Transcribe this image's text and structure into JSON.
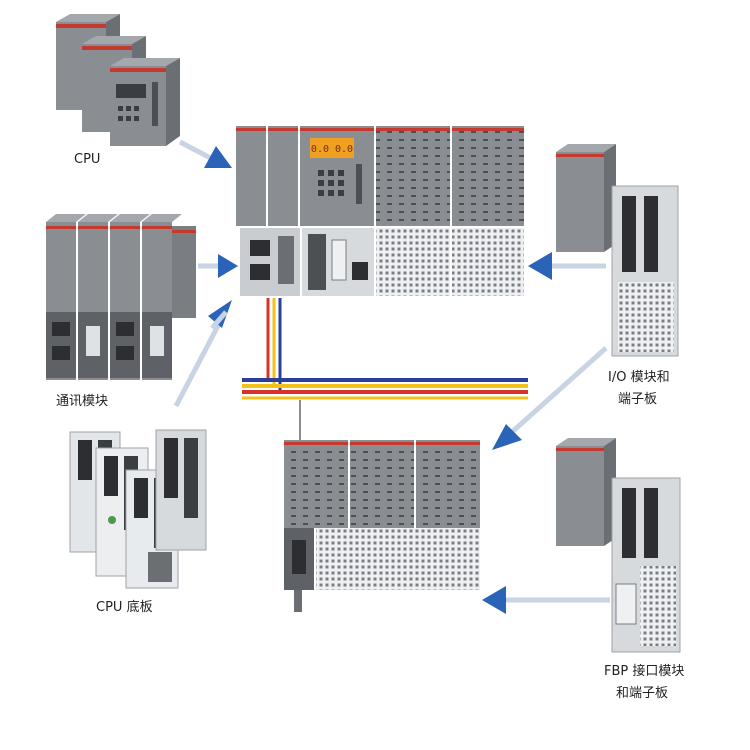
{
  "labels": {
    "cpu": "CPU",
    "comm_module": "通讯模块",
    "cpu_baseplate": "CPU 底板",
    "io_line1": "I/O 模块和",
    "io_line2": "端子板",
    "fbp_line1": "FBP 接口模块",
    "fbp_line2": "和端子板"
  },
  "main_cpu_display": "0.0 0.0",
  "colors": {
    "module_body": "#8a8d92",
    "module_dark": "#5e6166",
    "stripe_red": "#c43a2f",
    "terminal_white": "#eef0f2",
    "arrow_blue": "#2a63b8",
    "arrow_shaft": "#c8d3e3",
    "cable_red": "#d8332a",
    "cable_yellow": "#f2c21a",
    "cable_blue": "#2b3f9a"
  }
}
